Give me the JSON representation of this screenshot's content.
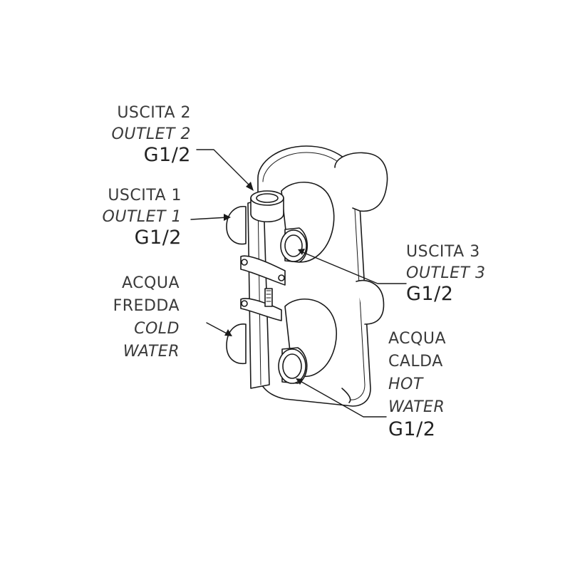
{
  "colors": {
    "stroke": "#1a1a1a",
    "text": "#3a3a3a",
    "background": "#ffffff"
  },
  "labels": {
    "outlet2": {
      "it": "USCITA 2",
      "en": "OUTLET 2",
      "size": "G1/2"
    },
    "outlet1": {
      "it": "USCITA 1",
      "en": "OUTLET 1",
      "size": "G1/2"
    },
    "outlet3": {
      "it": "USCITA 3",
      "en": "OUTLET 3",
      "size": "G1/2"
    },
    "cold": {
      "it1": "ACQUA",
      "it2": "FREDDA",
      "en1": "COLD",
      "en2": "WATER"
    },
    "hot": {
      "it1": "ACQUA",
      "it2": "CALDA",
      "en1": "HOT",
      "en2": "WATER",
      "size": "G1/2"
    }
  }
}
